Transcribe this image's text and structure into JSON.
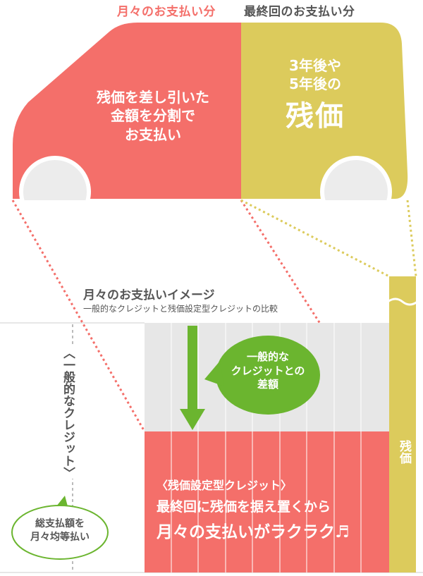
{
  "colors": {
    "red": "#f46f6a",
    "yellow": "#dccb5c",
    "green": "#6bb52f",
    "wheel": "#ececec",
    "gray_band": "#e7e7e7",
    "gray_text": "#555555"
  },
  "header": {
    "monthly_label": "月々のお支払い分",
    "final_label": "最終回のお支払い分"
  },
  "car": {
    "left_lines": [
      "残価を差し引いた",
      "金額を分割で",
      "お支払い"
    ],
    "right_lines": [
      "3年後や",
      "5年後の"
    ],
    "right_big": "残価"
  },
  "chart": {
    "title": "月々のお支払いイメージ",
    "subtitle": "一般的なクレジットと残価設定型クレジットの比較",
    "general_credit_vertical": "〈一般的なクレジット〉",
    "difference_bubble": [
      "一般的な",
      "クレジットとの",
      "差額"
    ],
    "residual_bar_label": "残価",
    "red_box_heading": "〈残価設定型クレジット〉",
    "red_box_line1": "最終回に残価を据え置くから",
    "red_box_line2": "月々の支払いがラクラク♬",
    "callout": [
      "総支払額を",
      "月々均等払い"
    ]
  }
}
